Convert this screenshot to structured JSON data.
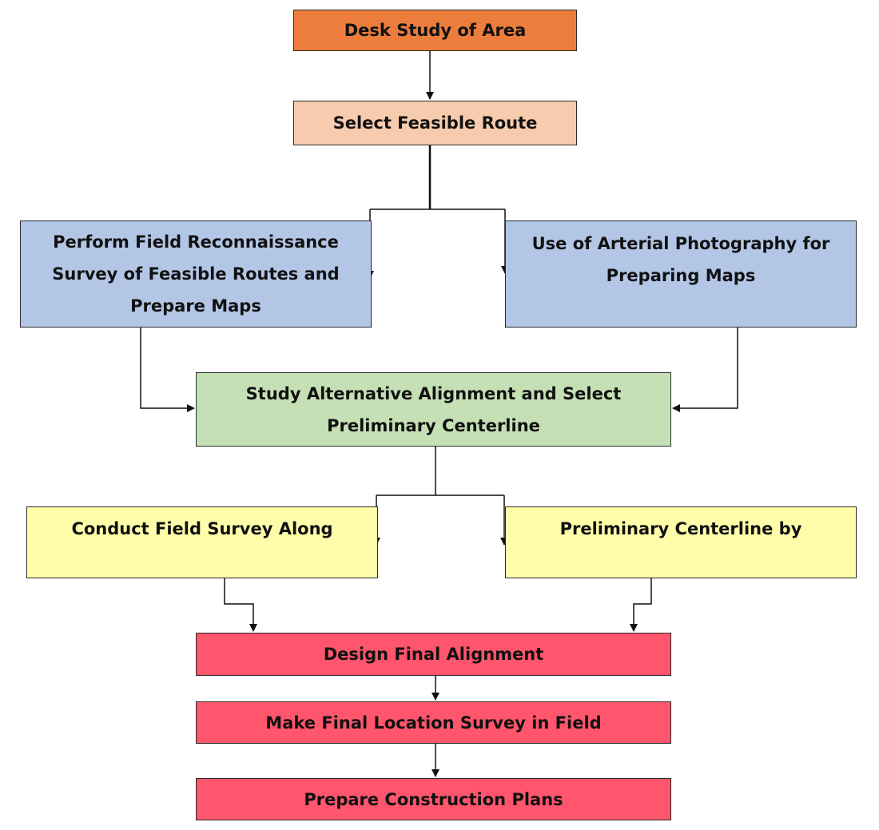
{
  "colors": {
    "orange": "#ec7d3c",
    "peach": "#f7cbad",
    "blue": "#b3c6e6",
    "green": "#c5e0b5",
    "yellow": "#fffda9",
    "red": "#ff556d",
    "border": "#2b2b2b",
    "line": "#111111"
  },
  "nodes": {
    "desk_study": "Desk Study of Area",
    "select_route": "Select Feasible Route",
    "field_recon_line1": "Perform Field Reconnaissance",
    "field_recon_line2": "Survey of Feasible Routes and",
    "field_recon_line3": "Prepare Maps",
    "aerial_photo_line1": "Use of Arterial Photography for",
    "aerial_photo_line2": "Preparing Maps",
    "study_alignment_line1": "Study Alternative Alignment and Select",
    "study_alignment_line2": "Preliminary Centerline",
    "field_survey": "Conduct Field Survey Along",
    "prelim_centerline": "Preliminary Centerline by",
    "design_final": "Design Final Alignment",
    "final_location": "Make Final Location Survey in Field",
    "construction_plans": "Prepare Construction Plans"
  }
}
